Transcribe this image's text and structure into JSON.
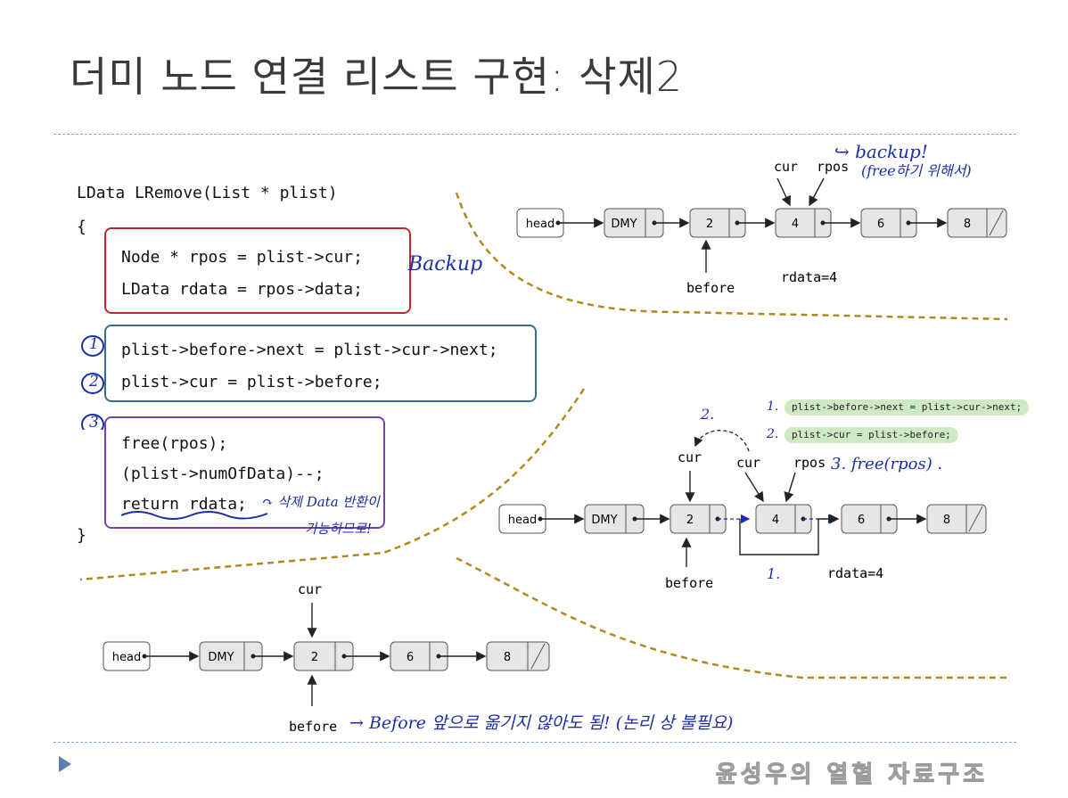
{
  "title": "더미 노드 연결 리스트 구현: 삭제2",
  "code": {
    "signature": "LData LRemove(List * plist)",
    "open_brace": "{",
    "line1": "Node * rpos = plist->cur;",
    "line2": "LData rdata = rpos->data;",
    "line3": "plist->before->next = plist->cur->next;",
    "line4": "plist->cur = plist->before;",
    "line5": "free(rpos);",
    "line6": "(plist->numOfData)--;",
    "line7": "return rdata;",
    "close_brace": "}"
  },
  "notes": {
    "backup_left": "Backup",
    "num1": "1",
    "num2": "2",
    "num3": "3",
    "return_note_a": "↷ 삭제 Data 반환이",
    "return_note_b": "가능하므로!",
    "backup_top_a": "↪ backup!",
    "backup_top_b": "(free하기 위해서)",
    "free_note": "3. free(rpos) .",
    "before_note": "→ Before 앞으로 옮기지 않아도 됨! (논리 상 불필요)",
    "step1_num": "1.",
    "step2_num": "2.",
    "mid_1": "1.",
    "mid_2": "2."
  },
  "legend": {
    "step1": "plist->before->next = plist->cur->next;",
    "step2": "plist->cur = plist->before;"
  },
  "diagram1": {
    "nodes": [
      "head",
      "DMY",
      "2",
      "4",
      "6",
      "8"
    ],
    "cur": "cur",
    "rpos": "rpos",
    "before": "before",
    "rdata": "rdata=4"
  },
  "diagram2": {
    "nodes": [
      "head",
      "DMY",
      "2",
      "4",
      "6",
      "8"
    ],
    "cur_old": "cur",
    "cur_new": "cur",
    "rpos": "rpos",
    "before": "before",
    "rdata": "rdata=4"
  },
  "diagram3": {
    "nodes": [
      "head",
      "DMY",
      "2",
      "6",
      "8"
    ],
    "cur": "cur",
    "before": "before"
  },
  "footer": "윤성우의 열혈 자료구조",
  "colors": {
    "box_red": "#c0282d",
    "box_blue": "#3e6a8f",
    "box_purple": "#7b3fb0",
    "dash_gold": "#b08a1e",
    "node_fill": "#e6e6e6",
    "legend_fill": "#cfe9c4"
  }
}
